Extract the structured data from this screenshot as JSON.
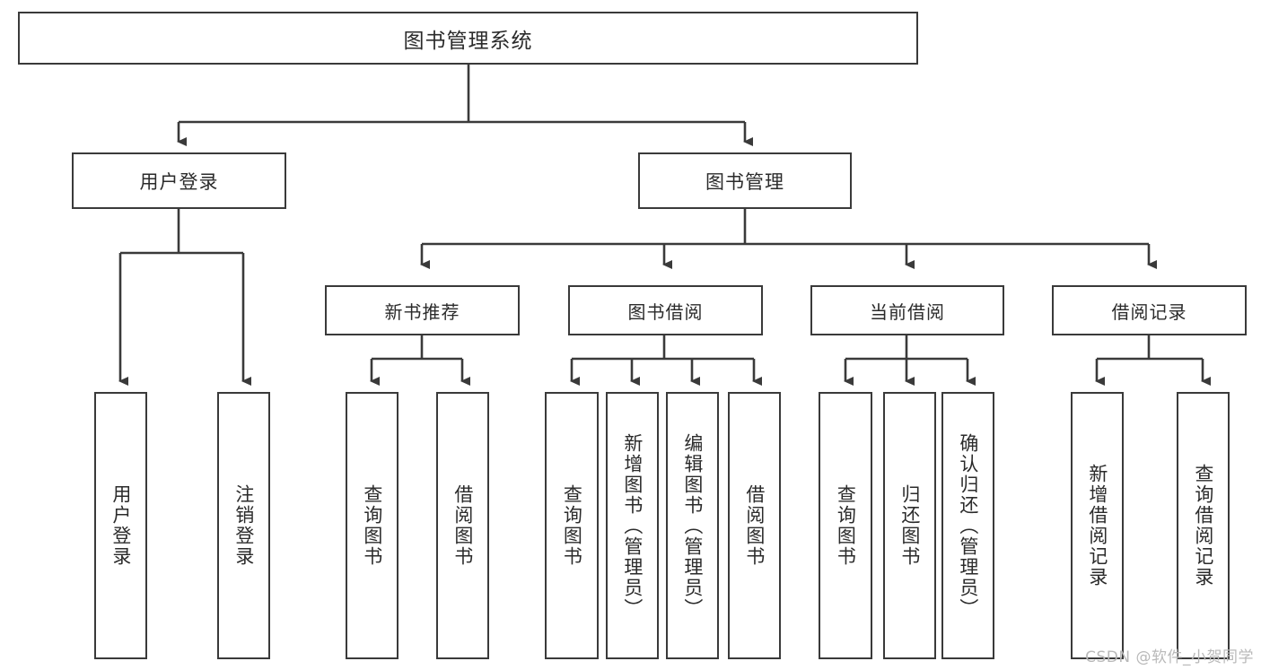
{
  "diagram": {
    "type": "tree-hierarchy",
    "title": "图书管理系统",
    "root": {
      "label": "图书管理系统"
    },
    "level1": [
      {
        "id": "user-login",
        "label": "用户登录"
      },
      {
        "id": "book-management",
        "label": "图书管理"
      }
    ],
    "level2": [
      {
        "id": "new-book-recommend",
        "label": "新书推荐",
        "parent": "book-management"
      },
      {
        "id": "book-borrow",
        "label": "图书借阅",
        "parent": "book-management"
      },
      {
        "id": "current-borrow",
        "label": "当前借阅",
        "parent": "book-management"
      },
      {
        "id": "borrow-record",
        "label": "借阅记录",
        "parent": "book-management"
      }
    ],
    "leaves": {
      "user_login": [
        {
          "id": "leaf-user-login",
          "label": "用户登录"
        },
        {
          "id": "leaf-user-logout",
          "label": "注销登录"
        }
      ],
      "new_book_recommend": [
        {
          "id": "leaf-query-book-1",
          "label": "查询图书"
        },
        {
          "id": "leaf-borrow-book-1",
          "label": "借阅图书"
        }
      ],
      "book_borrow": [
        {
          "id": "leaf-query-book-2",
          "label": "查询图书"
        },
        {
          "id": "leaf-add-book",
          "label": "新增图书（管理员）"
        },
        {
          "id": "leaf-edit-book",
          "label": "编辑图书（管理员）"
        },
        {
          "id": "leaf-borrow-book-2",
          "label": "借阅图书"
        }
      ],
      "current_borrow": [
        {
          "id": "leaf-query-book-3",
          "label": "查询图书"
        },
        {
          "id": "leaf-return-book",
          "label": "归还图书"
        },
        {
          "id": "leaf-confirm-return",
          "label": "确认归还（管理员）"
        }
      ],
      "borrow_record": [
        {
          "id": "leaf-add-record",
          "label": "新增借阅记录"
        },
        {
          "id": "leaf-query-record",
          "label": "查询借阅记录"
        }
      ]
    }
  },
  "watermark": {
    "text": "CSDN @软件_小贺同学"
  },
  "colors": {
    "box_border": "#3a3a3a",
    "box_fill": "#ffffff",
    "line": "#3a3a3a",
    "text": "#2b2b2b",
    "watermark": "#b9b9b9",
    "background": "#ffffff"
  }
}
